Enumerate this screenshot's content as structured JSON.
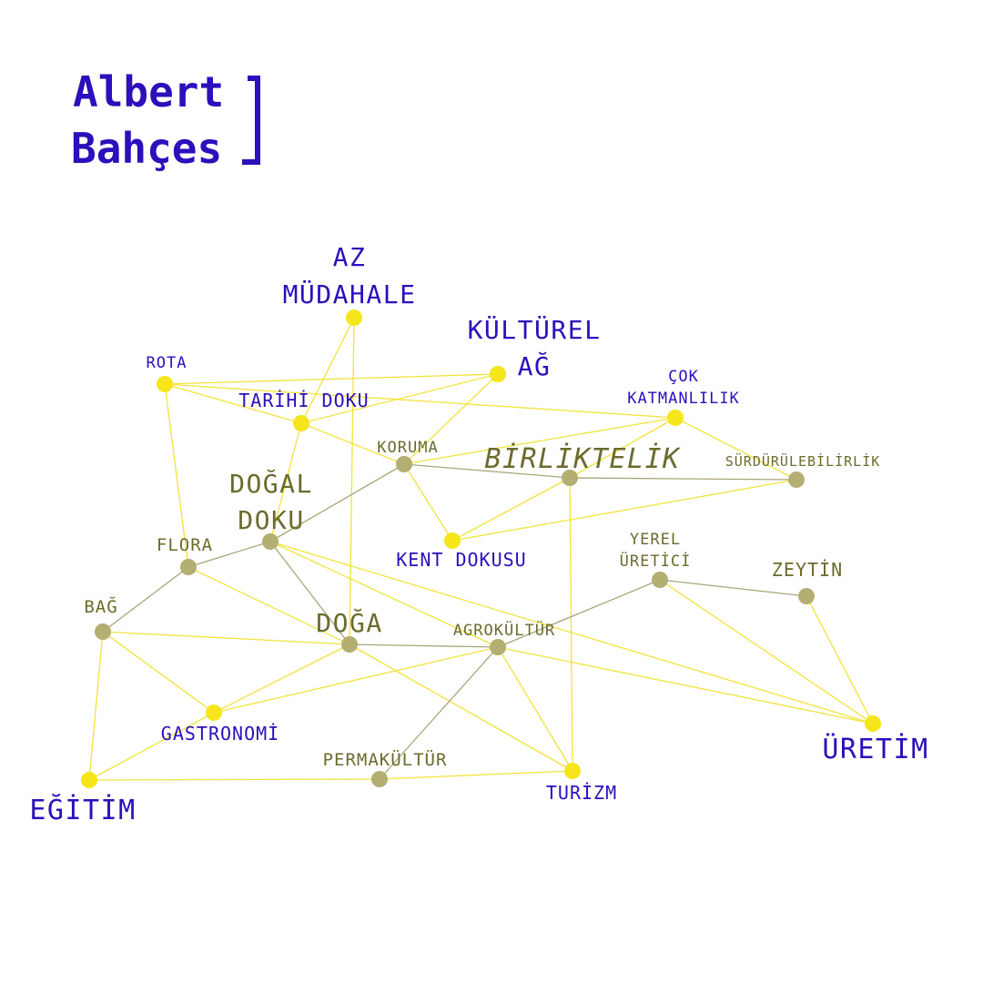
{
  "logo": {
    "line1": "Albert",
    "line2": "Bahçes"
  },
  "colors": {
    "purple": "#2d0fbb",
    "olive": "#6b6b2e",
    "yellow": "#f6e51a",
    "khaki": "#b3ae72",
    "yellow_edge": "#f2e33a",
    "khaki_edge": "#a9a67a"
  },
  "nodes": [
    {
      "id": "az_mudahale",
      "kind": "yellow",
      "labelColor": "purple",
      "label": [
        "AZ",
        "MÜDAHALE"
      ]
    },
    {
      "id": "kulturel_ag",
      "kind": "yellow",
      "labelColor": "purple",
      "label": [
        "KÜLTÜREL",
        "AĞ"
      ]
    },
    {
      "id": "rota",
      "kind": "yellow",
      "labelColor": "purple",
      "label": [
        "ROTA"
      ]
    },
    {
      "id": "tarihi_doku",
      "kind": "yellow",
      "labelColor": "purple",
      "label": [
        "TARİHİ DOKU"
      ]
    },
    {
      "id": "cok_katmanlilik",
      "kind": "yellow",
      "labelColor": "purple",
      "label": [
        "ÇOK",
        "KATMANLILIK"
      ]
    },
    {
      "id": "koruma",
      "kind": "khaki",
      "labelColor": "olive",
      "label": [
        "KORUMA"
      ]
    },
    {
      "id": "birliktelik",
      "kind": "khaki",
      "labelColor": "olive",
      "label": [
        "BİRLİKTELİK"
      ]
    },
    {
      "id": "surdurulebilirlik",
      "kind": "khaki",
      "labelColor": "olive",
      "label": [
        "SÜRDÜRÜLEBİLİRLİK"
      ]
    },
    {
      "id": "dogal_doku",
      "kind": "khaki",
      "labelColor": "olive",
      "label": [
        "DOĞAL",
        "DOKU"
      ]
    },
    {
      "id": "kent_dokusu",
      "kind": "yellow",
      "labelColor": "purple",
      "label": [
        "KENT DOKUSU"
      ]
    },
    {
      "id": "flora",
      "kind": "khaki",
      "labelColor": "olive",
      "label": [
        "FLORA"
      ]
    },
    {
      "id": "yerel_uretici",
      "kind": "khaki",
      "labelColor": "olive",
      "label": [
        "YEREL",
        "ÜRETİCİ"
      ]
    },
    {
      "id": "zeytin",
      "kind": "khaki",
      "labelColor": "olive",
      "label": [
        "ZEYTİN"
      ]
    },
    {
      "id": "bag",
      "kind": "khaki",
      "labelColor": "olive",
      "label": [
        "BAĞ"
      ]
    },
    {
      "id": "doga",
      "kind": "khaki",
      "labelColor": "olive",
      "label": [
        "DOĞA"
      ]
    },
    {
      "id": "agrokultur",
      "kind": "khaki",
      "labelColor": "olive",
      "label": [
        "AGROKÜLTÜR"
      ]
    },
    {
      "id": "gastronomi",
      "kind": "yellow",
      "labelColor": "purple",
      "label": [
        "GASTRONOMİ"
      ]
    },
    {
      "id": "uretim",
      "kind": "yellow",
      "labelColor": "purple",
      "label": [
        "ÜRETİM"
      ]
    },
    {
      "id": "permakultur",
      "kind": "khaki",
      "labelColor": "olive",
      "label": [
        "PERMAKÜLTÜR"
      ]
    },
    {
      "id": "turizm",
      "kind": "yellow",
      "labelColor": "purple",
      "label": [
        "TURİZM"
      ]
    },
    {
      "id": "egitim",
      "kind": "yellow",
      "labelColor": "purple",
      "label": [
        "EĞİTİM"
      ]
    }
  ],
  "edges": [
    [
      "az_mudahale",
      "tarihi_doku",
      "yellow"
    ],
    [
      "az_mudahale",
      "doga",
      "yellow"
    ],
    [
      "rota",
      "kulturel_ag",
      "yellow"
    ],
    [
      "rota",
      "tarihi_doku",
      "yellow"
    ],
    [
      "rota",
      "cok_katmanlilik",
      "yellow"
    ],
    [
      "rota",
      "flora",
      "yellow"
    ],
    [
      "tarihi_doku",
      "kulturel_ag",
      "yellow"
    ],
    [
      "tarihi_doku",
      "koruma",
      "yellow"
    ],
    [
      "tarihi_doku",
      "dogal_doku",
      "yellow"
    ],
    [
      "kulturel_ag",
      "koruma",
      "yellow"
    ],
    [
      "cok_katmanlilik",
      "koruma",
      "yellow"
    ],
    [
      "cok_katmanlilik",
      "birliktelik",
      "yellow"
    ],
    [
      "cok_katmanlilik",
      "surdurulebilirlik",
      "yellow"
    ],
    [
      "koruma",
      "birliktelik",
      "khaki"
    ],
    [
      "koruma",
      "kent_dokusu",
      "yellow"
    ],
    [
      "koruma",
      "dogal_doku",
      "khaki"
    ],
    [
      "birliktelik",
      "surdurulebilirlik",
      "khaki"
    ],
    [
      "birliktelik",
      "kent_dokusu",
      "yellow"
    ],
    [
      "birliktelik",
      "turizm",
      "yellow"
    ],
    [
      "surdurulebilirlik",
      "kent_dokusu",
      "yellow"
    ],
    [
      "dogal_doku",
      "flora",
      "khaki"
    ],
    [
      "dogal_doku",
      "doga",
      "khaki"
    ],
    [
      "dogal_doku",
      "agrokultur",
      "yellow"
    ],
    [
      "dogal_doku",
      "uretim",
      "yellow"
    ],
    [
      "flora",
      "bag",
      "khaki"
    ],
    [
      "flora",
      "doga",
      "yellow"
    ],
    [
      "bag",
      "doga",
      "yellow"
    ],
    [
      "bag",
      "gastronomi",
      "yellow"
    ],
    [
      "bag",
      "egitim",
      "yellow"
    ],
    [
      "doga",
      "agrokultur",
      "khaki"
    ],
    [
      "doga",
      "gastronomi",
      "yellow"
    ],
    [
      "doga",
      "turizm",
      "yellow"
    ],
    [
      "agrokultur",
      "yerel_uretici",
      "khaki"
    ],
    [
      "agrokultur",
      "gastronomi",
      "yellow"
    ],
    [
      "agrokultur",
      "permakultur",
      "khaki"
    ],
    [
      "agrokultur",
      "turizm",
      "yellow"
    ],
    [
      "agrokultur",
      "uretim",
      "yellow"
    ],
    [
      "yerel_uretici",
      "zeytin",
      "khaki"
    ],
    [
      "yerel_uretici",
      "uretim",
      "yellow"
    ],
    [
      "zeytin",
      "uretim",
      "yellow"
    ],
    [
      "gastronomi",
      "egitim",
      "yellow"
    ],
    [
      "egitim",
      "permakultur",
      "yellow"
    ],
    [
      "permakultur",
      "turizm",
      "yellow"
    ]
  ]
}
